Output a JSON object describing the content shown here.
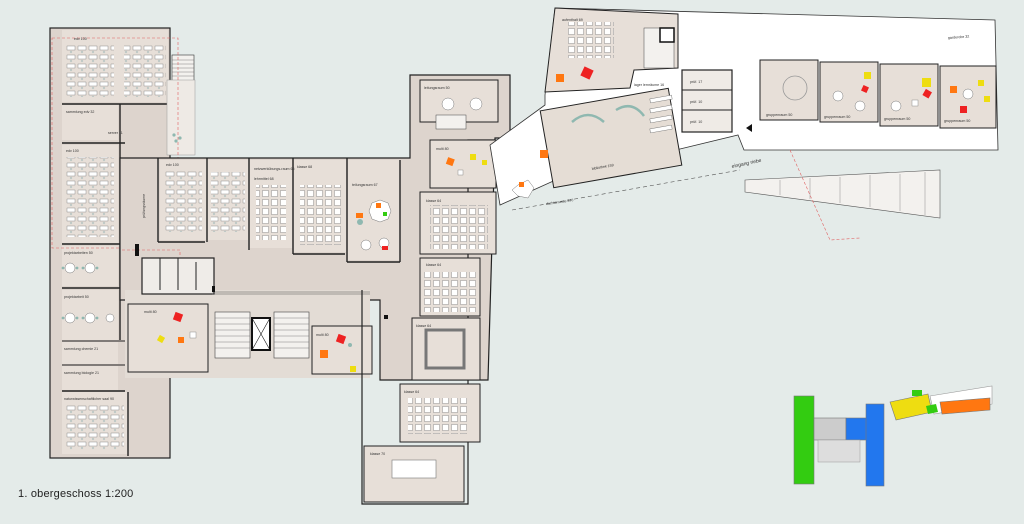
{
  "caption": "1. obergeschoss 1:200",
  "rooms": {
    "r1": "edv 100",
    "r2": "sammlung edv 32",
    "r3": "server 11",
    "r4": "edv 100",
    "r5": "prüfungsräume",
    "r6": "edv 100",
    "r7": "netzwerkübungs-raum 66",
    "r8": "klasse 68",
    "r9": "lehrmittel 68",
    "r10": "teilungsraum 67",
    "r11": "projektarbeiten 50",
    "r12": "projektarbeit 50",
    "r13": "sammlung chemie 21",
    "r14": "sammlung biologie 21",
    "r15": "naturwissenschaftlicher saal 90",
    "r16": "multi 80",
    "r17": "multi 80",
    "r18": "leitungsraum 50",
    "r19": "multi 80",
    "r20": "klasse 64",
    "r21": "klasse 64",
    "r22": "klasse 64",
    "r23": "klasse 64",
    "r24": "klasse 70",
    "r25": "aufenthalt 69",
    "r26": "lager lernräume 16",
    "r27": "prüf. 17",
    "r28": "prüf. 10",
    "r29": "prüf. 10",
    "r30": "bibliothek 159",
    "r31": "garderobe 32",
    "r32": "gruppenraum 50",
    "r33": "gruppenraum 50",
    "r34": "gruppenraum 50",
    "r35": "gruppenraum 50",
    "r36": "eingang riebe",
    "r37": "dachterrasse 340"
  },
  "legend_colors": {
    "green": "#33cc11",
    "blue": "#2277ee",
    "yellow": "#eedd11",
    "orange": "#ff7711",
    "grey": "#cccccc"
  }
}
